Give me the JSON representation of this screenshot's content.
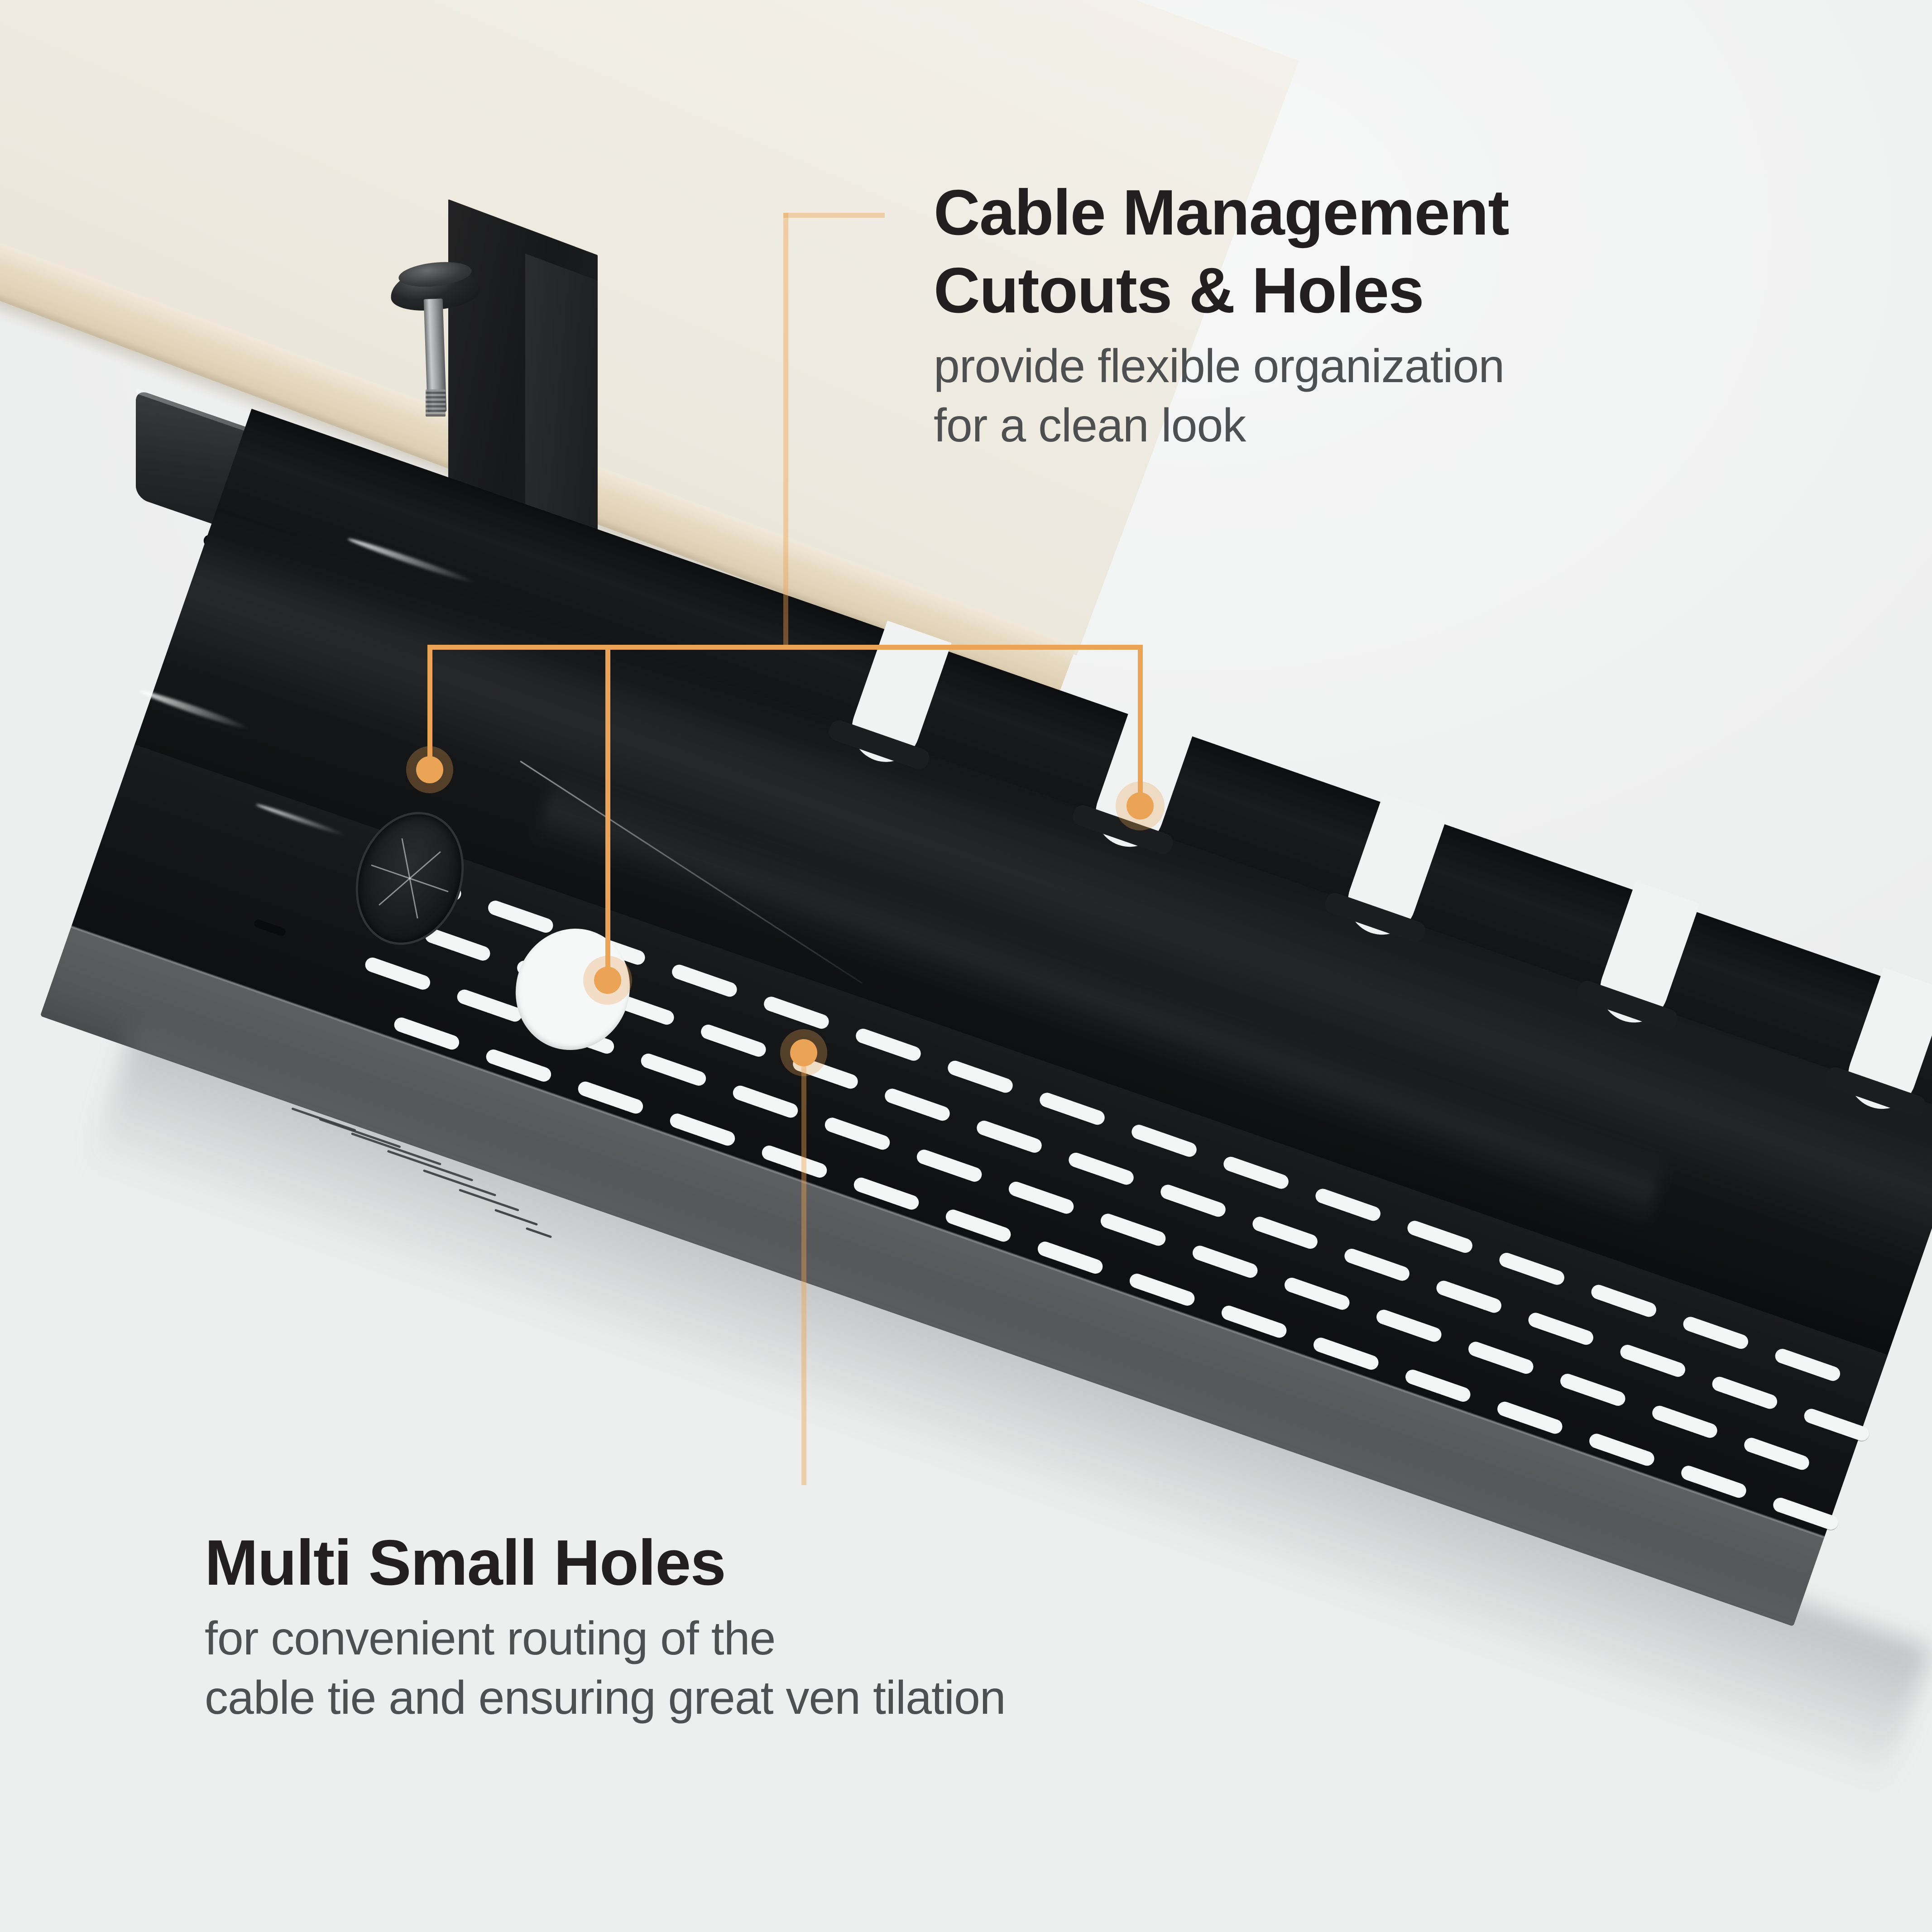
{
  "meta": {
    "subject": "Under-desk cable management tray",
    "background_color": "#F1F2F2",
    "accent_color": "#EBA355",
    "heading_color": "#231F20",
    "body_color": "#4E4F51",
    "metal_color": "#141517",
    "front_face_color": "#58595B",
    "desk_top_color": "#EFEBE1",
    "desk_edge_color": "#E6D9C0"
  },
  "callouts": [
    {
      "id": "cable-management",
      "heading_lines": [
        "Cable Management",
        "Cutouts & Holes"
      ],
      "body_lines": [
        "provide flexible organization",
        "for a clean look"
      ],
      "dot_count": 3
    },
    {
      "id": "multi-small-holes",
      "heading_lines": [
        "Multi Small Holes"
      ],
      "body_lines": [
        "for convenient routing of the",
        "cable tie and ensuring great ven tilation"
      ],
      "dot_count": 1
    }
  ],
  "icons": {
    "dot": "callout-dot",
    "leader": "leader-line"
  }
}
